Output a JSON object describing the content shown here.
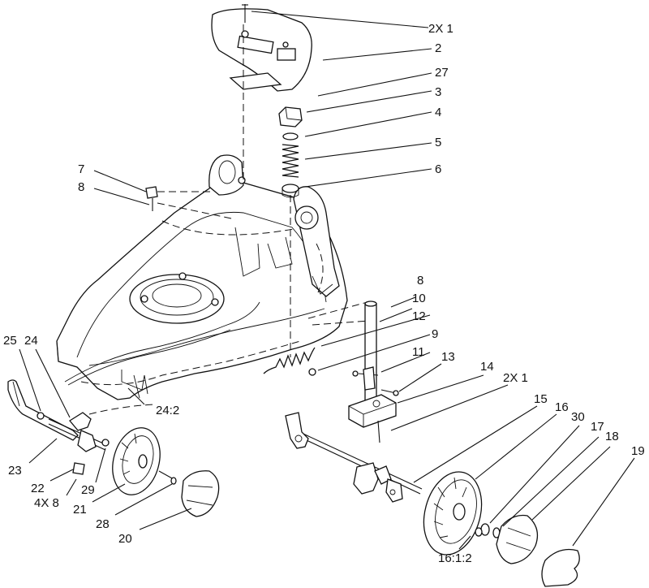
{
  "labels": {
    "l_2x1_top": "2X 1",
    "l_2": "2",
    "l_27": "27",
    "l_3": "3",
    "l_4": "4",
    "l_5": "5",
    "l_6": "6",
    "l_7": "7",
    "l_8_left": "8",
    "l_8_right": "8",
    "l_10": "10",
    "l_12": "12",
    "l_9": "9",
    "l_11": "11",
    "l_13": "13",
    "l_14": "14",
    "l_2x1_right": "2X 1",
    "l_15": "15",
    "l_16": "16",
    "l_30": "30",
    "l_17": "17",
    "l_18": "18",
    "l_19": "19",
    "l_25": "25",
    "l_24": "24",
    "l_24_2": "24:2",
    "l_23": "23",
    "l_22": "22",
    "l_4x8": "4X 8",
    "l_29": "29",
    "l_21": "21",
    "l_28": "28",
    "l_20": "20",
    "l_16_1_2": "16:1:2"
  }
}
